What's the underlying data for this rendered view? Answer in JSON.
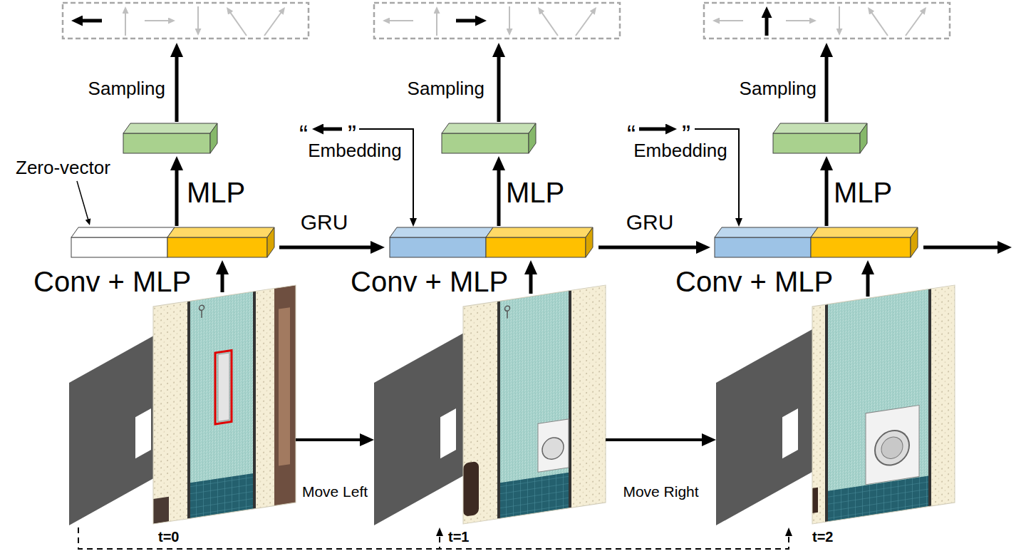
{
  "diagram": {
    "nodes": [
      {
        "text": [
          "t=0"
        ]
      },
      {
        "text": [
          "t=1"
        ]
      },
      {
        "text": [
          "t=2"
        ]
      }
    ],
    "edges": [
      {
        "from": 0,
        "to": 1,
        "arrow": "to",
        "label": "Move Left"
      },
      {
        "from": 1,
        "to": 2,
        "arrow": "to",
        "label": "Move Right"
      },
      {
        "from": 0,
        "to": 1,
        "arrow": "to"
      },
      {
        "from": 0,
        "to": 2,
        "arrow": "to"
      }
    ],
    "labels": [
      "Sampling",
      "MLP",
      "Zero-vector",
      "Conv + MLP",
      "GRU",
      "Sampling",
      "“",
      "”",
      "Embedding",
      "MLP",
      "Conv + MLP",
      "GRU",
      "Sampling",
      "“",
      "”",
      "Embedding",
      "MLP",
      "Conv + MLP"
    ]
  }
}
